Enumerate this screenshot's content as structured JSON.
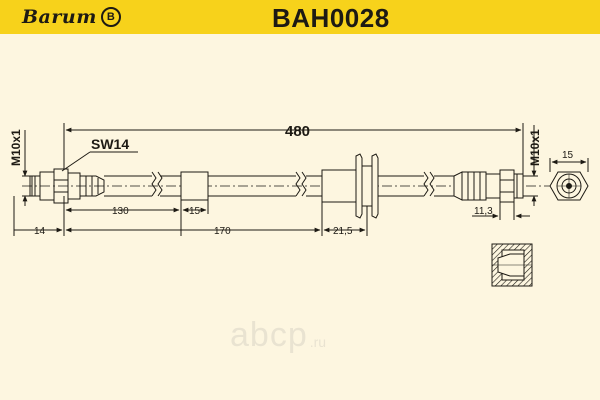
{
  "header": {
    "brand": "Barum",
    "brand_badge": "B",
    "part_number": "BAH0028",
    "color": "#f7d21b"
  },
  "drawing": {
    "total_length": "480",
    "wrench_size": "SW14",
    "thread_left": "M10x1",
    "thread_right": "M10x1",
    "dim_130": "130",
    "dim_15_sleeve": "15",
    "dim_14": "14",
    "dim_170": "170",
    "dim_21_5": "21,5",
    "dim_11_3": "11,3",
    "end_view_dim": "15"
  },
  "watermark": {
    "text": "аbcp",
    "tld": ".ru"
  }
}
